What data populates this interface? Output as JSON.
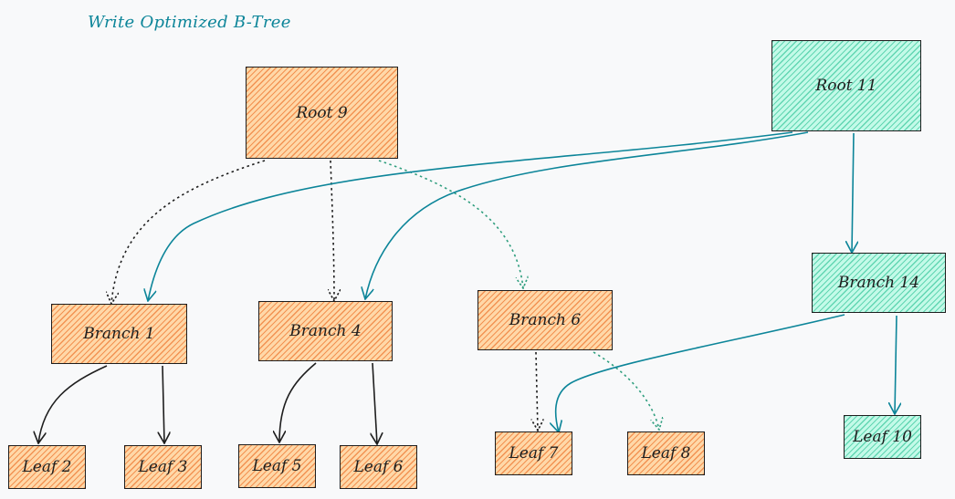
{
  "title": "Write Optimized B-Tree",
  "colors": {
    "old_fill": "#ffd8a8",
    "old_hatch": "#e8590c",
    "new_fill": "#c3fae8",
    "new_hatch": "#12b886",
    "new_edge": "#0c8599",
    "old_edge": "#1e1e1e"
  },
  "nodes": {
    "root9": "Root 9",
    "root11": "Root 11",
    "branch1": "Branch 1",
    "branch4": "Branch 4",
    "branch6": "Branch 6",
    "branch14": "Branch 14",
    "leaf2": "Leaf 2",
    "leaf3": "Leaf 3",
    "leaf5": "Leaf 5",
    "leaf6": "Leaf 6",
    "leaf7": "Leaf 7",
    "leaf8": "Leaf 8",
    "leaf10": "Leaf 10"
  }
}
